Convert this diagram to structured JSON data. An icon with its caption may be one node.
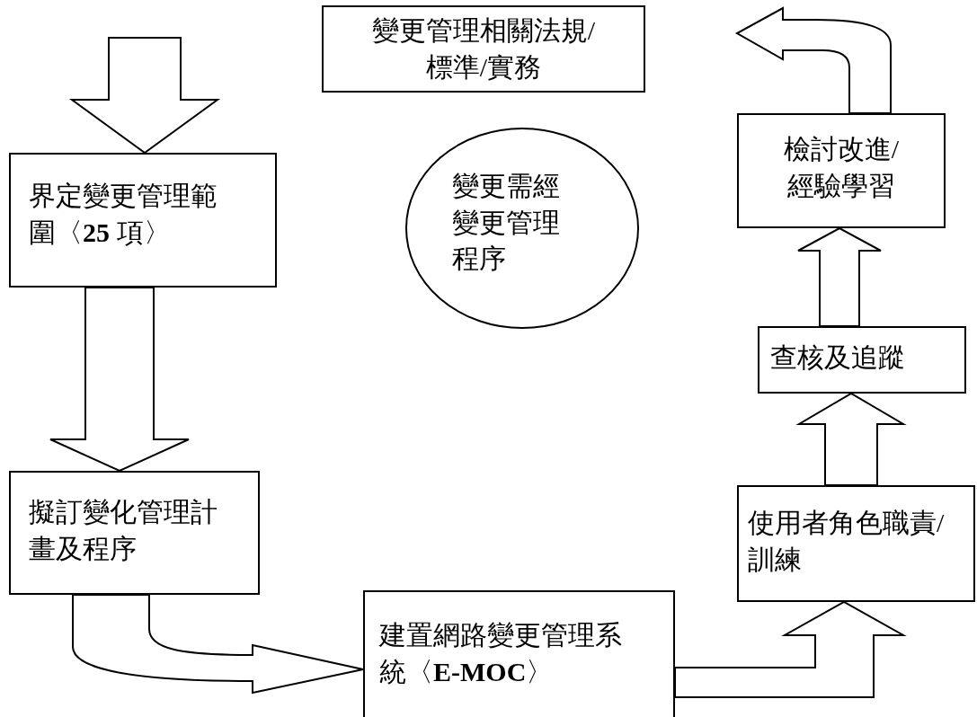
{
  "diagram": {
    "nodes": [
      {
        "text": [
          "變更管理相關法規/標準/實務"
        ]
      },
      {
        "text": [
          "界定變更管理範圍〈**25** 項〉"
        ]
      },
      {
        "text": [
          "擬訂變化管理計畫及程序"
        ]
      },
      {
        "text": [
          "建置網路變更管理系統〈**E-MOC**〉"
        ]
      },
      {
        "text": [
          "使用者角色職責/訓練"
        ]
      },
      {
        "text": [
          "查核及追蹤"
        ]
      },
      {
        "text": [
          "檢討改進/經驗學習"
        ]
      },
      {
        "text": [
          "變更需經變更管理程序"
        ]
      }
    ],
    "edges": [
      {
        "from": null,
        "to": 1,
        "arrow": "to"
      },
      {
        "from": 1,
        "to": 2,
        "arrow": "to"
      },
      {
        "from": 2,
        "to": 3,
        "arrow": "to"
      },
      {
        "from": 3,
        "to": 4,
        "arrow": "to"
      },
      {
        "from": 4,
        "to": 5,
        "arrow": "to"
      },
      {
        "from": 5,
        "to": 6,
        "arrow": "to"
      },
      {
        "from": 6,
        "to": null,
        "arrow": "to"
      }
    ]
  }
}
